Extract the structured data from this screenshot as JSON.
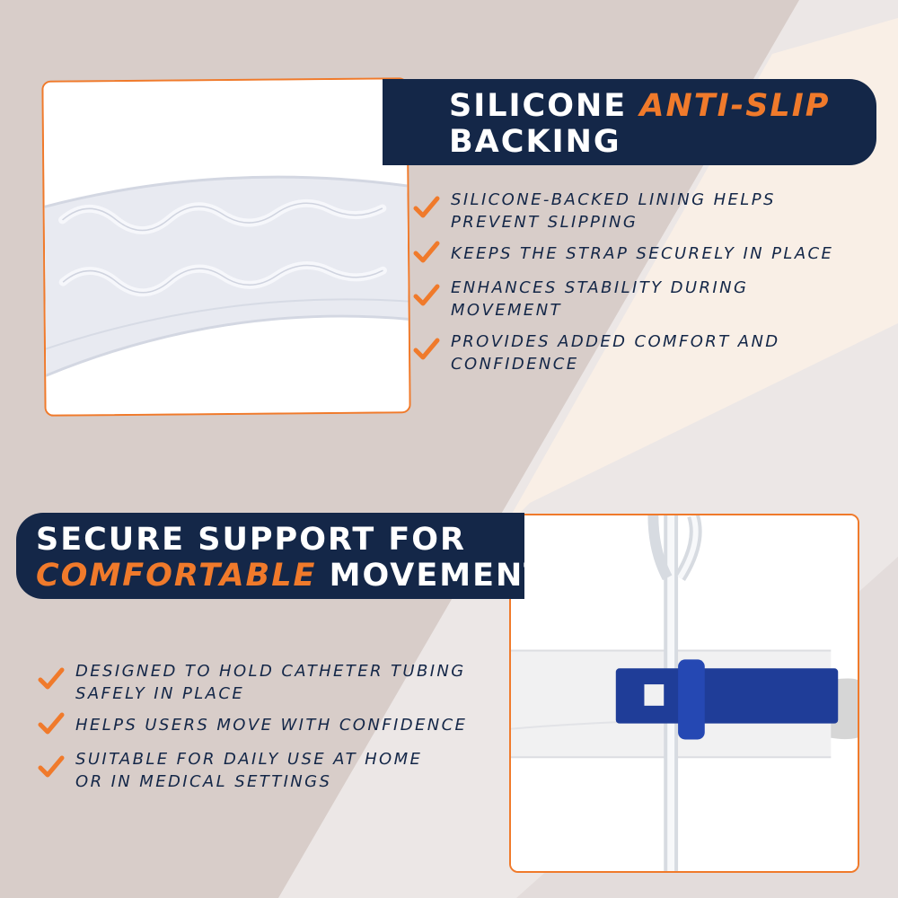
{
  "colors": {
    "navy": "#142748",
    "orange": "#f07a2b",
    "background": "#ece7e6",
    "panel_taupe": "#d8cdc9",
    "panel_peach": "#fbefe6"
  },
  "icons": {
    "bullet": "checkmark-icon"
  },
  "section_top": {
    "title_line1_plain": "SILICONE ",
    "title_line1_accent": "ANTI-SLIP",
    "title_line2": "BACKING",
    "bullets": [
      {
        "line1": "SILICONE-BACKED LINING HELPS",
        "line2": "PREVENT SLIPPING"
      },
      {
        "line1": "KEEPS THE STRAP SECURELY IN PLACE",
        "line2": ""
      },
      {
        "line1": "ENHANCES STABILITY DURING",
        "line2": "MOVEMENT"
      },
      {
        "line1": "PROVIDES ADDED COMFORT AND",
        "line2": "CONFIDENCE"
      }
    ]
  },
  "section_bottom": {
    "title_line1": "SECURE SUPPORT FOR",
    "title_line2_accent": "COMFORTABLE",
    "title_line2_plain": " MOVEMENT",
    "bullets": [
      {
        "line1": "DESIGNED TO HOLD CATHETER TUBING",
        "line2": "SAFELY IN PLACE"
      },
      {
        "line1": "HELPS USERS MOVE WITH CONFIDENCE",
        "line2": ""
      },
      {
        "line1": "SUITABLE FOR DAILY USE AT HOME",
        "line2": "OR IN MEDICAL SETTINGS"
      }
    ]
  }
}
